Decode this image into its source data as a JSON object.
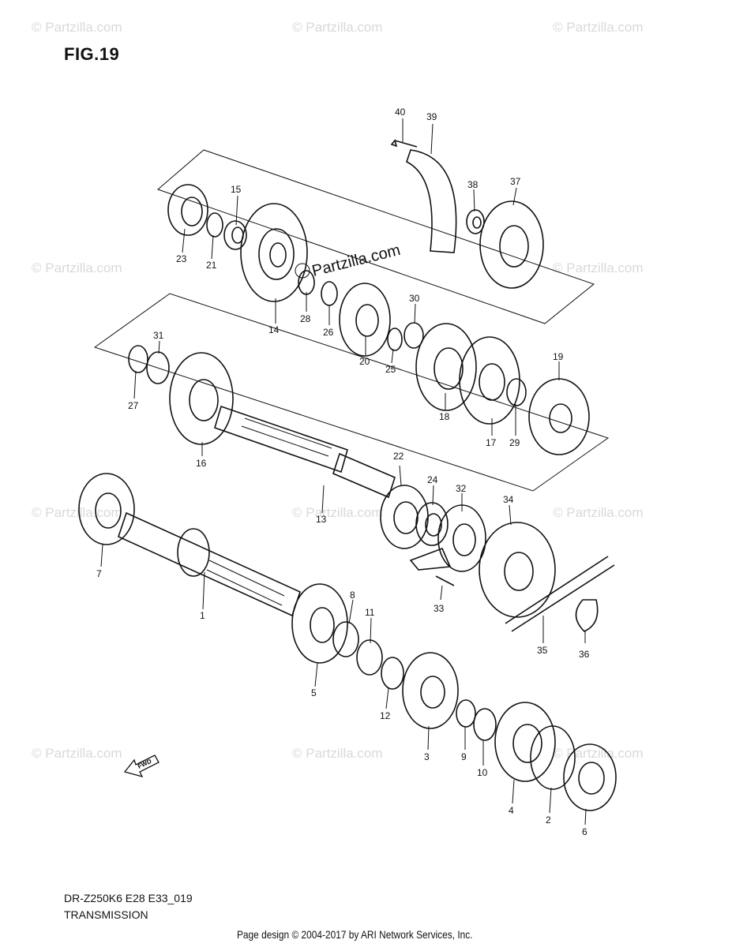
{
  "figure": {
    "title": "FIG.19"
  },
  "footer": {
    "model_code": "DR-Z250K6 E28 E33_019",
    "section": "TRANSMISSION",
    "credit": "Page design © 2004-2017 by ARI Network Services, Inc."
  },
  "watermark": {
    "text": "© Partzilla.com",
    "center_text": "Partzilla.com"
  },
  "direction_arrow": {
    "label": "FWD"
  },
  "part_labels": [
    "40",
    "39",
    "15",
    "38",
    "37",
    "23",
    "21",
    "28",
    "14",
    "26",
    "30",
    "20",
    "25",
    "31",
    "19",
    "27",
    "18",
    "17",
    "29",
    "16",
    "22",
    "24",
    "32",
    "34",
    "7",
    "13",
    "8",
    "1",
    "11",
    "33",
    "5",
    "35",
    "36",
    "12",
    "3",
    "9",
    "10",
    "4",
    "2",
    "6"
  ]
}
